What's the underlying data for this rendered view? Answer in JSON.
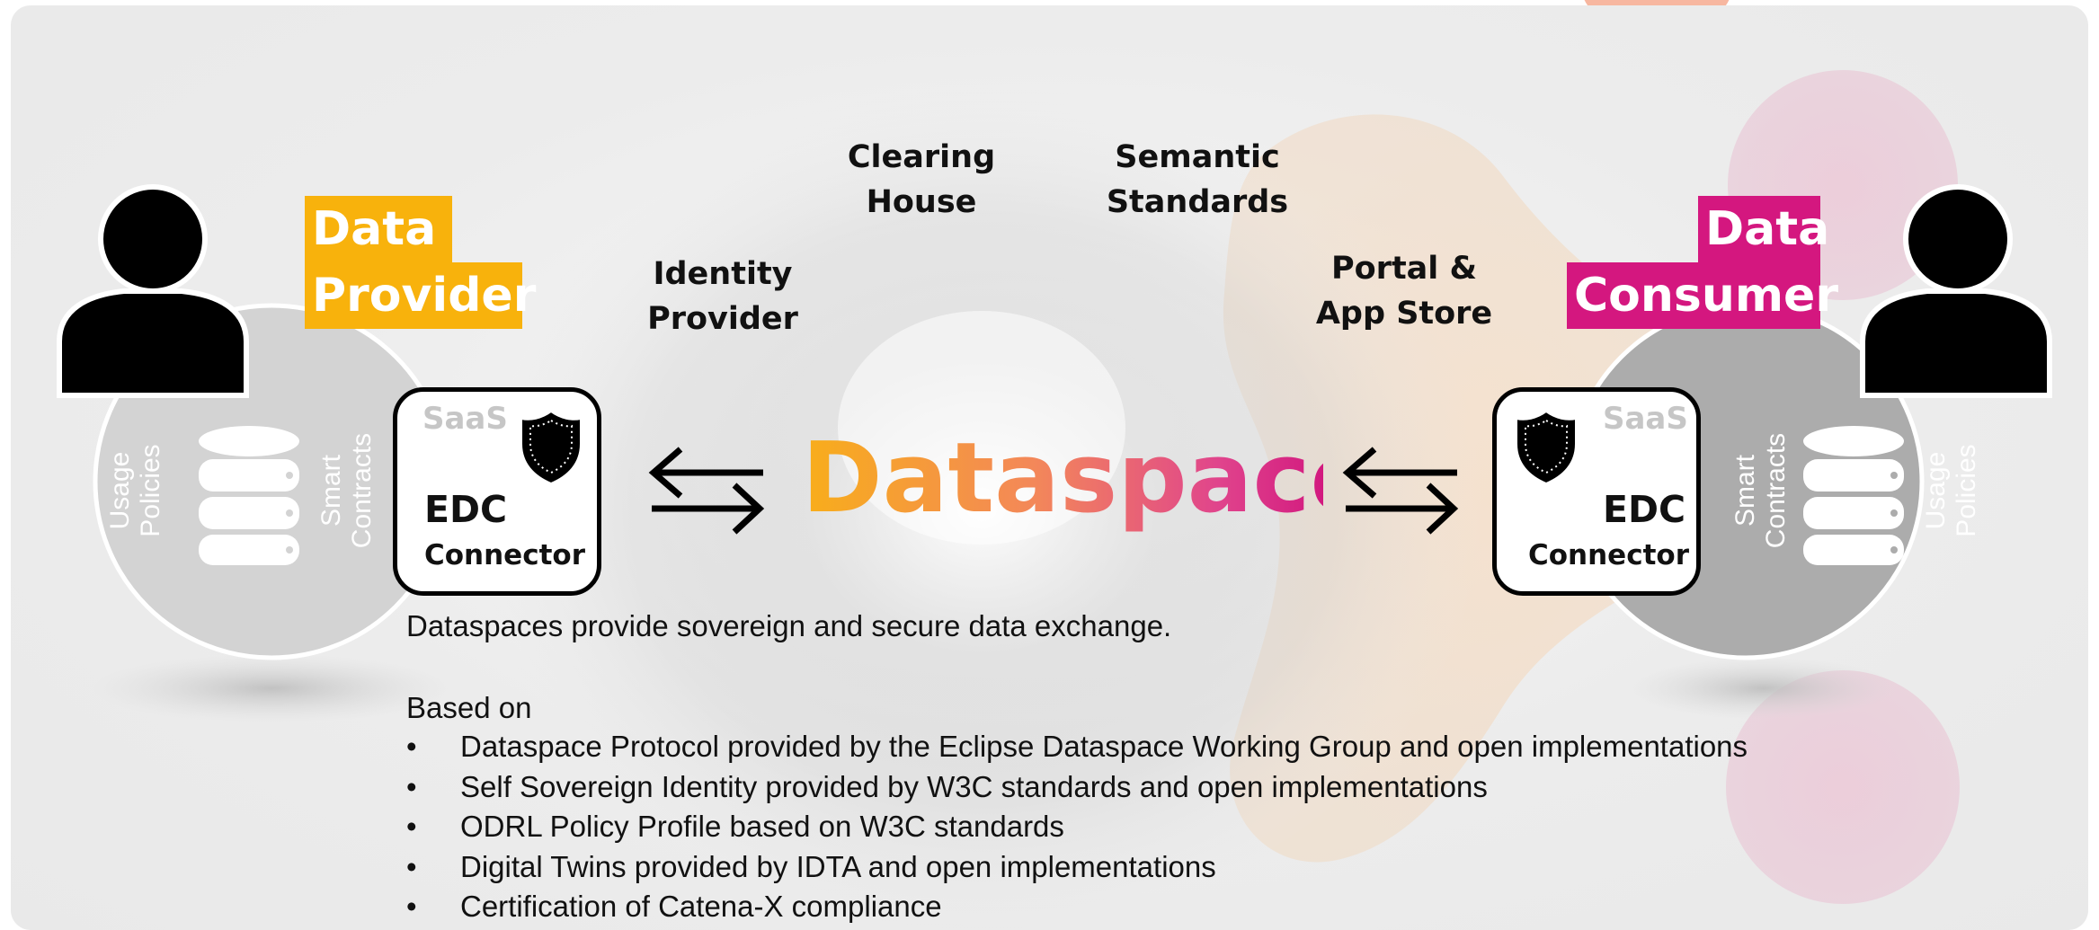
{
  "provider": {
    "role_line1": "Data",
    "role_line2": "Provider",
    "saas": "SaaS",
    "edc": "EDC",
    "connector": "Connector",
    "left_rot": "Usage\nPolicies",
    "right_rot": "Smart\nContracts",
    "color": "#f8b20c"
  },
  "consumer": {
    "role_line1": "Data",
    "role_line2": "Consumer",
    "saas": "SaaS",
    "edc": "EDC",
    "connector": "Connector",
    "left_rot": "Smart\nContracts",
    "right_rot": "Usage\nPolicies",
    "color": "#d4177f"
  },
  "services": {
    "identity_provider": [
      "Identity",
      "Provider"
    ],
    "clearing_house": [
      "Clearing",
      "House"
    ],
    "semantic_standards": [
      "Semantic",
      "Standards"
    ],
    "portal_app_store": [
      "Portal &",
      "App Store"
    ]
  },
  "dataspace_title": "Dataspace",
  "description": "Dataspaces provide sovereign and secure data exchange.",
  "based_on_label": "Based on",
  "bullet_char": "•",
  "bullets": [
    "Dataspace Protocol provided by the Eclipse Dataspace Working Group and open implementations",
    "Self Sovereign Identity provided by W3C standards and open implementations",
    "ODRL Policy Profile based on W3C standards",
    "Digital Twins provided by IDTA and open implementations",
    "Certification of Catena-X compliance"
  ]
}
